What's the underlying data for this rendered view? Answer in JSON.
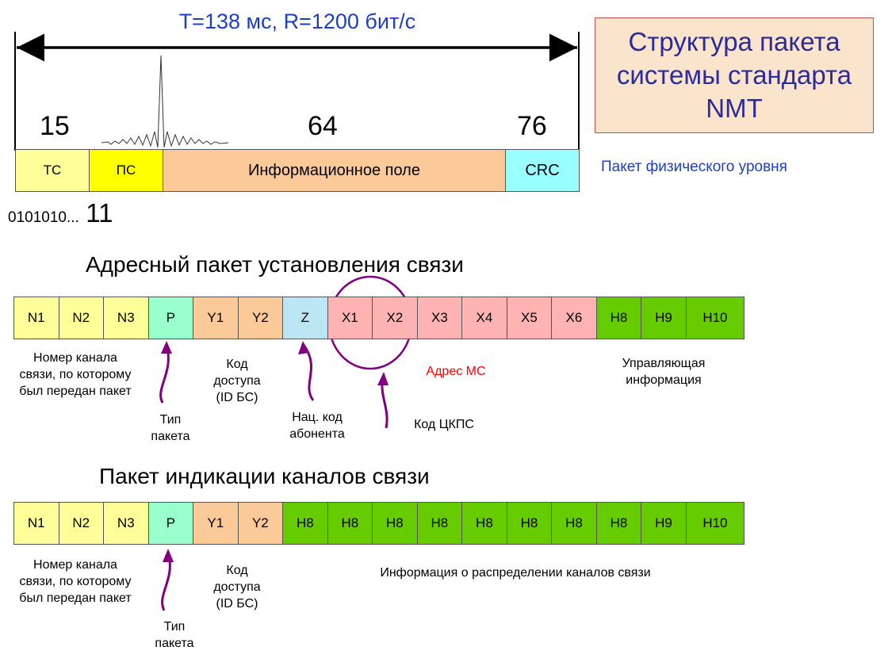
{
  "title": "Структура пакета системы стандарта NMT",
  "physical": {
    "duration_label": "T=138 мс, R=1200 бит/с",
    "bit_counts": [
      "15",
      "64",
      "76"
    ],
    "fields": [
      {
        "label": "ТС",
        "color": "#ffff99"
      },
      {
        "label": "ПС",
        "color": "#ffff00"
      },
      {
        "label": "Информационное поле",
        "color": "#fcc999"
      },
      {
        "label": "CRC",
        "color": "#99ffff"
      }
    ],
    "sync_bits": "0101010...",
    "sync_end": "11",
    "caption": "Пакет физического уровня"
  },
  "address_packet": {
    "heading": "Адресный пакет установления связи",
    "fields": [
      {
        "label": "N1",
        "color": "#ffff99"
      },
      {
        "label": "N2",
        "color": "#ffff99"
      },
      {
        "label": "N3",
        "color": "#ffff99"
      },
      {
        "label": "P",
        "color": "#99ffcc"
      },
      {
        "label": "Y1",
        "color": "#fcc999"
      },
      {
        "label": "Y2",
        "color": "#fcc999"
      },
      {
        "label": "Z",
        "color": "#bde6f5"
      },
      {
        "label": "X1",
        "color": "#ffb3b3"
      },
      {
        "label": "X2",
        "color": "#ffb3b3"
      },
      {
        "label": "X3",
        "color": "#ffb3b3"
      },
      {
        "label": "X4",
        "color": "#ffb3b3"
      },
      {
        "label": "X5",
        "color": "#ffb3b3"
      },
      {
        "label": "X6",
        "color": "#ffb3b3"
      },
      {
        "label": "H8",
        "color": "#66cc00"
      },
      {
        "label": "H9",
        "color": "#66cc00"
      },
      {
        "label": "H10",
        "color": "#66cc00"
      }
    ],
    "notes": {
      "channel_number": "Номер канала связи, по которому был передан пакет",
      "access_code": "Код доступа (ID БС)",
      "packet_type": "Тип пакета",
      "national_code": "Нац. код абонента",
      "ms_address": "Адрес МС",
      "ckps_code": "Код ЦКПС",
      "control_info": "Управляющая информация"
    }
  },
  "indication_packet": {
    "heading": "Пакет индикации каналов связи",
    "fields": [
      {
        "label": "N1",
        "color": "#ffff99"
      },
      {
        "label": "N2",
        "color": "#ffff99"
      },
      {
        "label": "N3",
        "color": "#ffff99"
      },
      {
        "label": "P",
        "color": "#99ffcc"
      },
      {
        "label": "Y1",
        "color": "#fcc999"
      },
      {
        "label": "Y2",
        "color": "#fcc999"
      },
      {
        "label": "H8",
        "color": "#66cc00"
      },
      {
        "label": "H8",
        "color": "#66cc00"
      },
      {
        "label": "H8",
        "color": "#66cc00"
      },
      {
        "label": "H8",
        "color": "#66cc00"
      },
      {
        "label": "H8",
        "color": "#66cc00"
      },
      {
        "label": "H8",
        "color": "#66cc00"
      },
      {
        "label": "H8",
        "color": "#66cc00"
      },
      {
        "label": "H8",
        "color": "#66cc00"
      },
      {
        "label": "H9",
        "color": "#66cc00"
      },
      {
        "label": "H10",
        "color": "#66cc00"
      }
    ],
    "notes": {
      "channel_number": "Номер канала связи, по которому был передан пакет",
      "access_code": "Код доступа (ID БС)",
      "packet_type": "Тип пакета",
      "channel_distribution": "Информация о распределении каналов связи"
    }
  },
  "colors": {
    "title_text": "#2b2b9b",
    "title_bg": "#fbe4cc",
    "arrow": "#800080",
    "ms_address": "#ff0000",
    "caption": "#1f3fbf"
  }
}
